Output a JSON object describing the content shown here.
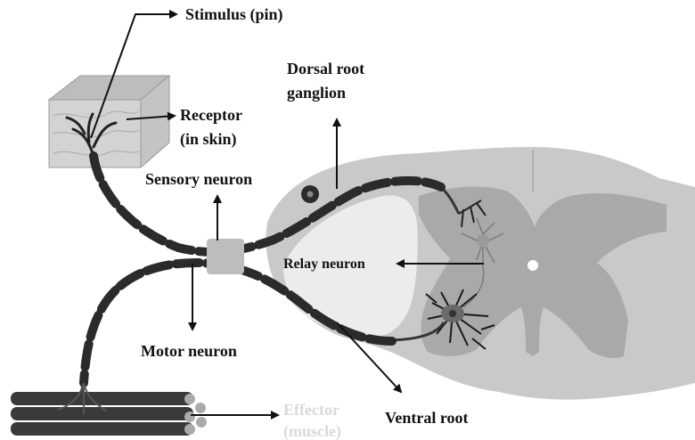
{
  "labels": {
    "stimulus": "Stimulus (pin)",
    "receptor_line1": "Receptor",
    "receptor_line2": "(in skin)",
    "dorsal_line1": "Dorsal root",
    "dorsal_line2": "ganglion",
    "sensory": "Sensory neuron",
    "relay": "Relay neuron",
    "motor": "Motor neuron",
    "effector_line1": "Effector",
    "effector_line2": "(muscle)",
    "ventral": "Ventral root"
  },
  "colors": {
    "spinal_outer": "#c9c9c9",
    "spinal_inner": "#a9a9a9",
    "ganglion_cavity": "#ececec",
    "myelin": "#2b2b2b",
    "axon": "#333333",
    "muscle": "#3a3a3a",
    "skin": "#d8d8d8",
    "effector_text": "#d9d9d9"
  }
}
